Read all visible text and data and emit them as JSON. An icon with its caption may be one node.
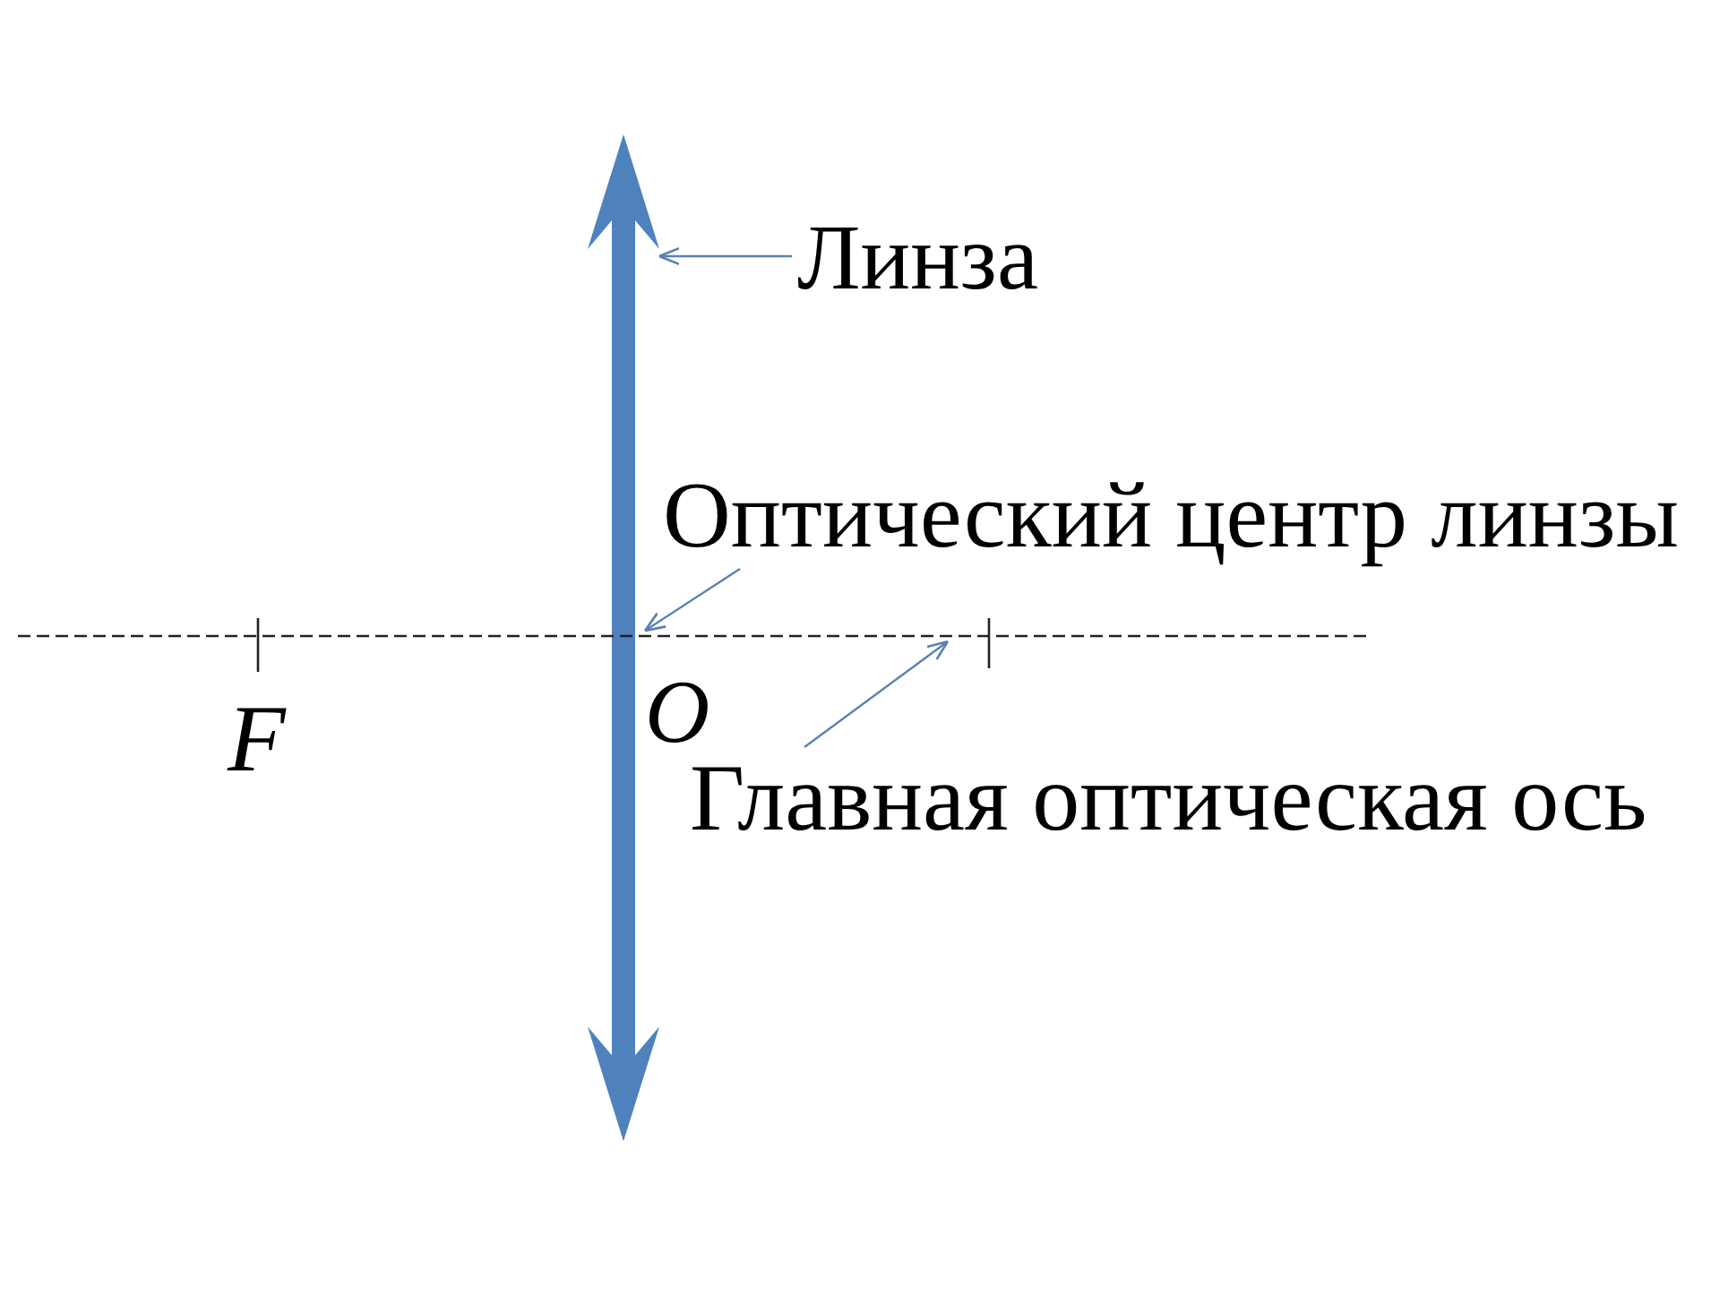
{
  "diagram": {
    "nodes": [
      {
        "text": [],
        "shape": "arrow"
      },
      {
        "text": [
          "Линза"
        ]
      },
      {
        "text": [
          "Оптический центр линзы"
        ]
      },
      {
        "text": [],
        "shape": "line"
      },
      {
        "text": [
          "Главная оптическая ось"
        ]
      }
    ],
    "edges": [
      {
        "from": 1,
        "to": 0,
        "arrow": "to"
      },
      {
        "from": 2,
        "to": 3,
        "arrow": "to"
      },
      {
        "from": 4,
        "to": 3,
        "arrow": "to"
      }
    ],
    "labels": [
      "F",
      "O"
    ]
  }
}
